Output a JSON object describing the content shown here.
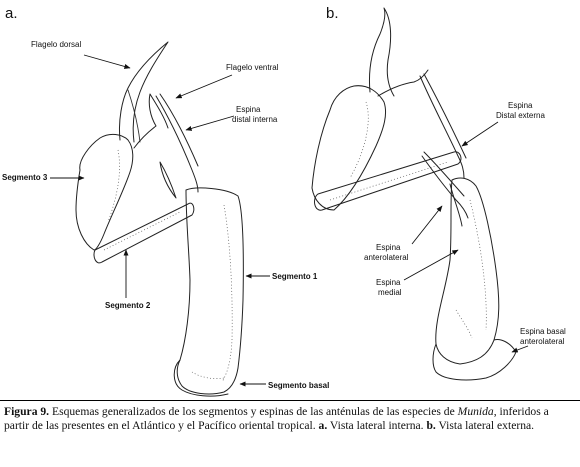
{
  "panels": {
    "a": {
      "letter": "a."
    },
    "b": {
      "letter": "b."
    }
  },
  "labels_a": {
    "flagelo_dorsal": "Flagelo dorsal",
    "flagelo_ventral": "Flagelo ventral",
    "espina_distal_interna_1": "Espina",
    "espina_distal_interna_2": "distal interna",
    "segmento_3": "Segmento 3",
    "segmento_2": "Segmento 2",
    "segmento_1": "Segmento 1",
    "segmento_basal": "Segmento basal"
  },
  "labels_b": {
    "espina_distal_externa_1": "Espina",
    "espina_distal_externa_2": "Distal externa",
    "espina_anterolateral_1": "Espina",
    "espina_anterolateral_2": "anterolateral",
    "espina_medial_1": "Espina",
    "espina_medial_2": "medial",
    "espina_basal_1": "Espina  basal",
    "espina_basal_2": "anterolateral"
  },
  "caption": {
    "label": "Figura 9.",
    "text_1": " Esquemas generalizados de los segmentos y espinas de las anténulas de las especies de ",
    "genus": "Munida",
    "text_2": ", inferidos a partir de las presentes en el Atlántico y el Pacífico oriental tropical. ",
    "a_label": "a.",
    "a_text": " Vista lateral interna. ",
    "b_label": "b.",
    "b_text": " Vista lateral externa."
  }
}
